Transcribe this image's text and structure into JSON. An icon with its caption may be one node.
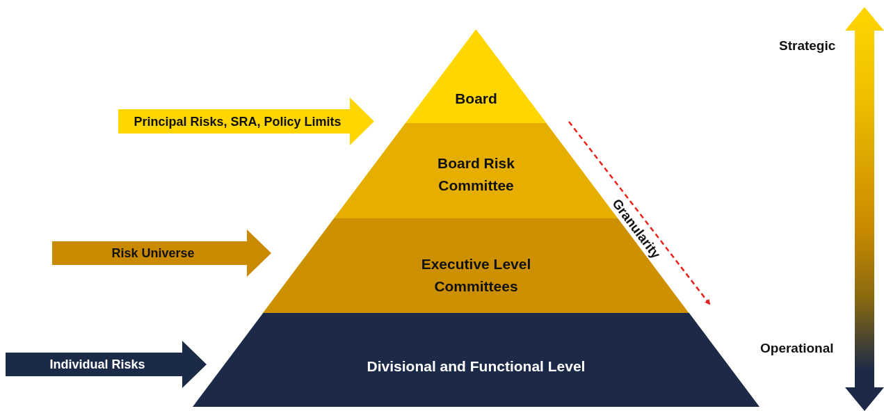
{
  "diagram": {
    "nodes": [
      {
        "text": [
          "Board"
        ]
      },
      {
        "text": [
          "Board Risk Committee"
        ]
      },
      {
        "text": [
          "Executive Level Committees"
        ]
      },
      {
        "text": [
          "Divisional and Functional Level"
        ]
      },
      {
        "text": [
          "Principal Risks, SRA, Policy Limits"
        ]
      },
      {
        "text": [
          "Risk Universe"
        ]
      },
      {
        "text": [
          "Individual Risks"
        ]
      }
    ],
    "edges": [],
    "labels": [
      "Strategic",
      "Granularity",
      "Operational"
    ]
  }
}
